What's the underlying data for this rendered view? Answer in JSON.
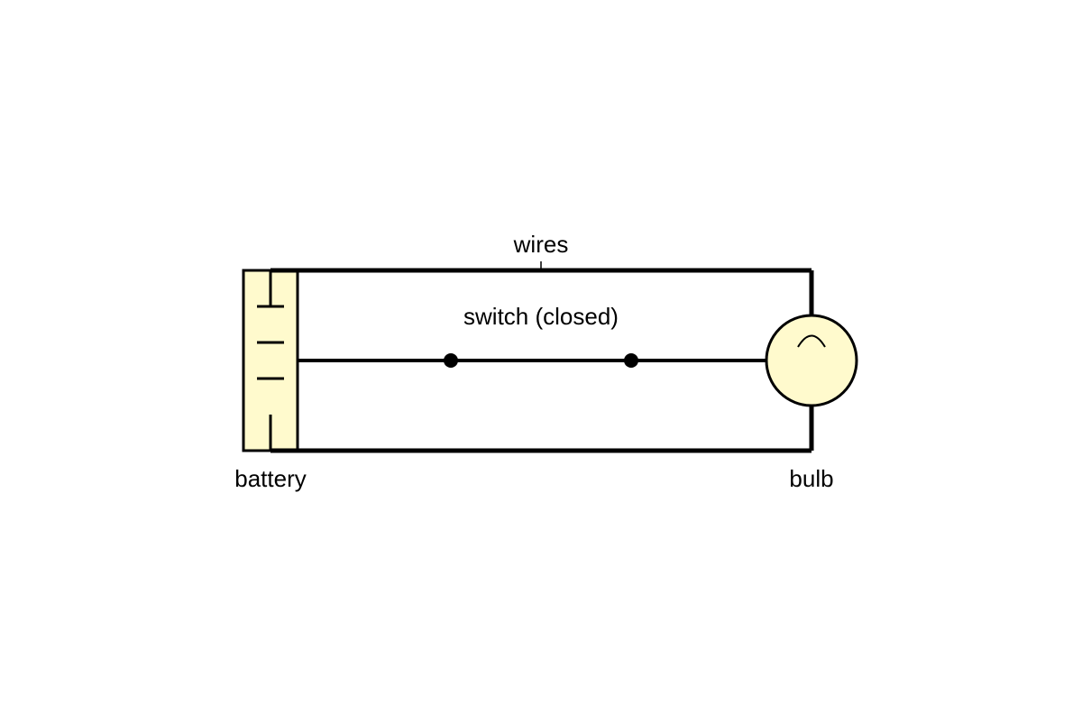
{
  "labels": {
    "wires": "wires",
    "switch": "switch (closed)",
    "battery": "battery",
    "bulb": "bulb"
  },
  "colors": {
    "line": "#000000",
    "component_fill": "#FFFACD",
    "background": "#FFFFFF"
  },
  "components": {
    "switch_state": "closed"
  }
}
